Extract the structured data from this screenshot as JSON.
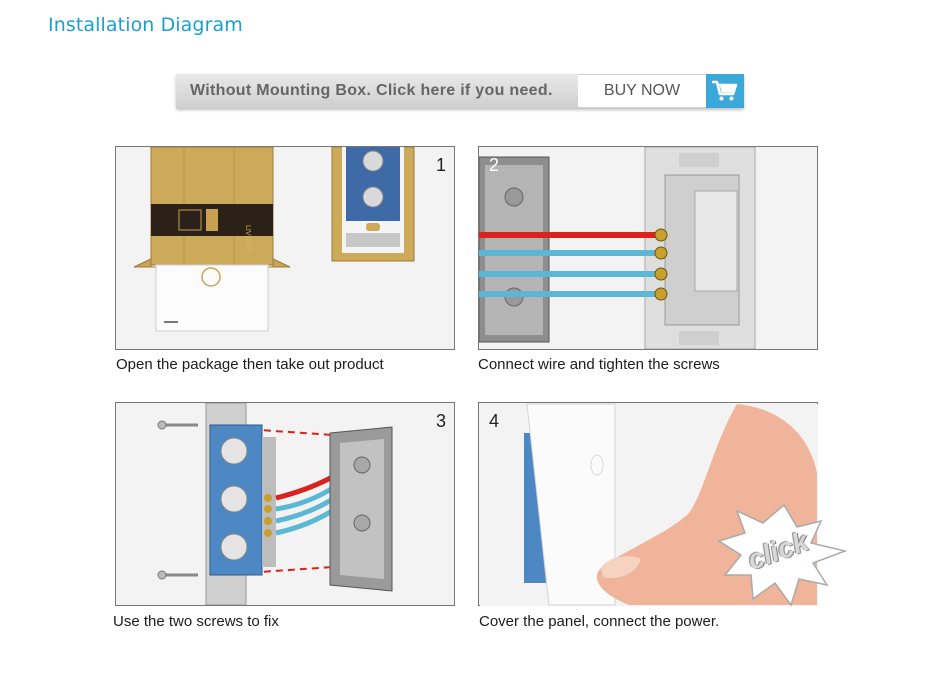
{
  "header": {
    "title": "Installation Diagram"
  },
  "banner": {
    "text": "Without Mounting Box. Click here if you need.",
    "buy_now_label": "BUY NOW",
    "cart_icon": "shopping-cart-icon",
    "accent_color": "#3aa8d8"
  },
  "steps": [
    {
      "number": "1",
      "caption": "Open the package then take out product"
    },
    {
      "number": "2",
      "caption": "Connect wire and tighten the screws"
    },
    {
      "number": "3",
      "caption": "Use the two screws to fix"
    },
    {
      "number": "4",
      "caption": "Cover the panel, connect the power.",
      "badge": "click"
    }
  ],
  "colors": {
    "title": "#1a9fd0",
    "wire_live": "#d8231f",
    "wire_neutral": "#5bb7d6"
  }
}
